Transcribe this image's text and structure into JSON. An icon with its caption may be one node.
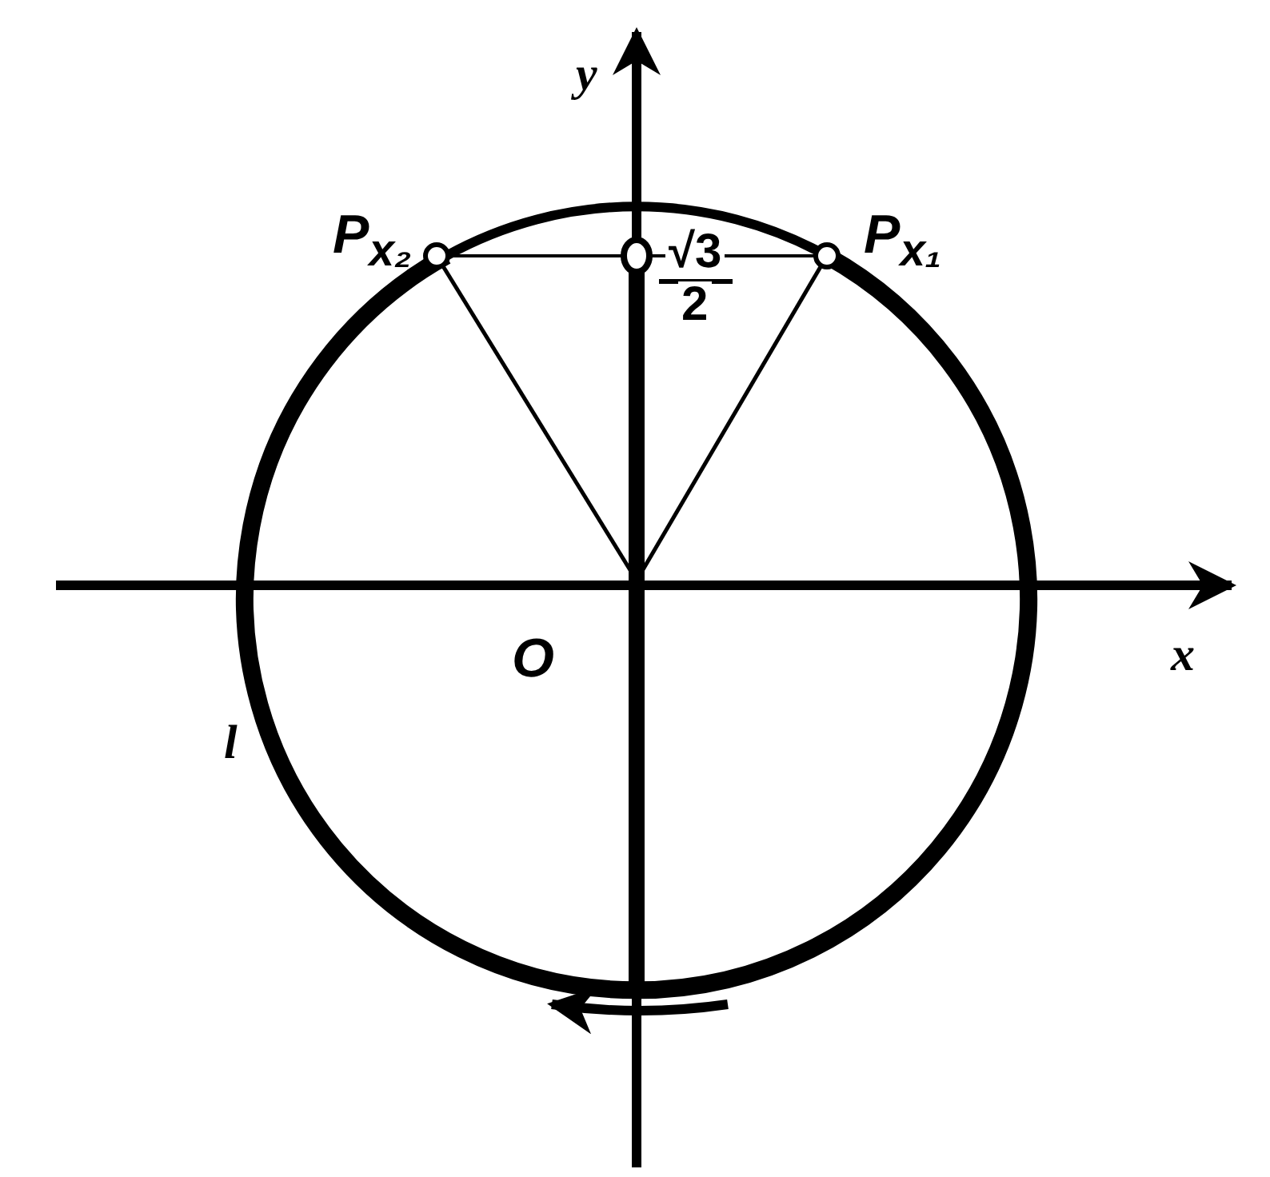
{
  "diagram": {
    "labels": [
      "y",
      "P$_{x₂}$",
      "P$_{x₁}$",
      "√3",
      "2",
      "O",
      "x",
      "l"
    ]
  }
}
